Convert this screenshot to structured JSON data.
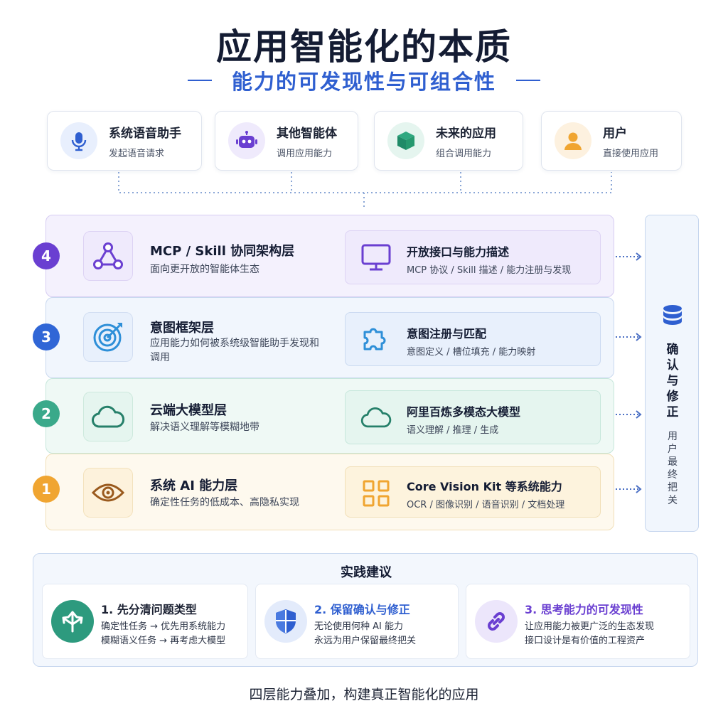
{
  "header": {
    "title": "应用智能化的本质",
    "subtitle": "能力的可发现性与可组合性"
  },
  "callers": [
    {
      "title": "系统语音助手",
      "desc": "发起语音请求",
      "icon": "microphone-icon"
    },
    {
      "title": "其他智能体",
      "desc": "调用应用能力",
      "icon": "robot-icon"
    },
    {
      "title": "未来的应用",
      "desc": "组合调用能力",
      "icon": "cube-icon"
    },
    {
      "title": "用户",
      "desc": "直接使用应用",
      "icon": "user-icon"
    }
  ],
  "layers": [
    {
      "num": "4",
      "title": "MCP / Skill 协同架构层",
      "desc": "面向更开放的智能体生态",
      "icon": "network-nodes-icon",
      "sub_title": "开放接口与能力描述",
      "sub_desc": "MCP 协议 / Skill 描述 / 能力注册与发现",
      "sub_icon": "monitor-icon",
      "color": "#6a3fd1"
    },
    {
      "num": "3",
      "title": "意图框架层",
      "desc": "应用能力如何被系统级智能助手发现和调用",
      "icon": "target-icon",
      "sub_title": "意图注册与匹配",
      "sub_desc": "意图定义 / 槽位填充 / 能力映射",
      "sub_icon": "puzzle-icon",
      "color": "#3066d6"
    },
    {
      "num": "2",
      "title": "云端大模型层",
      "desc": "解决语义理解等模糊地带",
      "icon": "cloud-icon",
      "sub_title": "阿里百炼多模态大模型",
      "sub_desc": "语义理解 / 推理 / 生成",
      "sub_icon": "cloud-icon",
      "color": "#3aa98a"
    },
    {
      "num": "1",
      "title": "系统 AI 能力层",
      "desc": "确定性任务的低成本、高隐私实现",
      "icon": "eye-icon",
      "sub_title": "Core Vision Kit 等系统能力",
      "sub_desc": "OCR / 图像识别 / 语音识别 / 文档处理",
      "sub_icon": "grid-icon",
      "color": "#f0a531"
    }
  ],
  "side_panel": {
    "title_chars": [
      "确",
      "认",
      "与",
      "修",
      "正"
    ],
    "desc_chars": [
      "用",
      "户",
      "最",
      "终",
      "把",
      "关"
    ],
    "icon": "database-icon"
  },
  "practice": {
    "title": "实践建议",
    "tips": [
      {
        "title": "1. 先分清问题类型",
        "line1": "确定性任务 → 优先用系统能力",
        "line2": "模糊语义任务 → 再考虑大模型",
        "icon": "split-arrows-icon",
        "color": "#1c2233"
      },
      {
        "title": "2. 保留确认与修正",
        "line1": "无论使用何种 AI 能力",
        "line2": "永远为用户保留最终把关",
        "icon": "shield-icon",
        "color": "#2f5fd0"
      },
      {
        "title": "3. 思考能力的可发现性",
        "line1": "让应用能力被更广泛的生态发现",
        "line2": "接口设计是有价值的工程资产",
        "icon": "link-icon",
        "color": "#6a3fd1"
      }
    ]
  },
  "footer": "四层能力叠加，构建真正智能化的应用"
}
